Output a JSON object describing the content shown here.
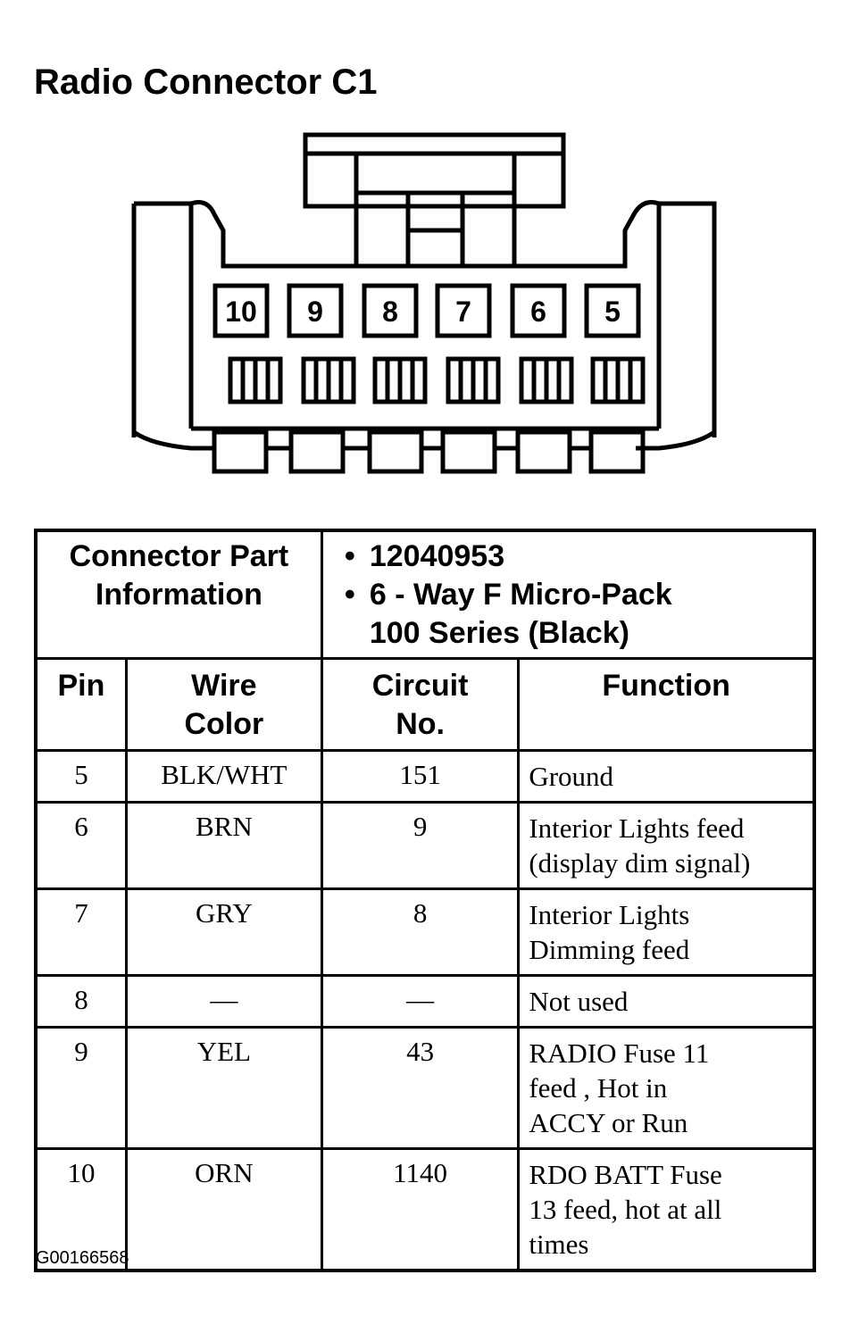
{
  "title": "Radio Connector C1",
  "connector": {
    "cavity_labels": [
      "10",
      "9",
      "8",
      "7",
      "6",
      "5"
    ]
  },
  "part_info": {
    "label_line1": "Connector Part",
    "label_line2": "Information",
    "values": [
      "12040953",
      "6 - Way F Micro-Pack",
      "100 Series (Black)"
    ],
    "bullet": "•"
  },
  "columns": {
    "pin": "Pin",
    "wire_color_1": "Wire",
    "wire_color_2": "Color",
    "circuit_1": "Circuit",
    "circuit_2": "No.",
    "function": "Function"
  },
  "rows": [
    {
      "pin": "5",
      "color": "BLK/WHT",
      "circuit": "151",
      "function": [
        "Ground"
      ]
    },
    {
      "pin": "6",
      "color": "BRN",
      "circuit": "9",
      "function": [
        "Interior Lights feed",
        "(display dim signal)"
      ]
    },
    {
      "pin": "7",
      "color": "GRY",
      "circuit": "8",
      "function": [
        "Interior Lights",
        "Dimming feed"
      ]
    },
    {
      "pin": "8",
      "color": "—",
      "circuit": "—",
      "function": [
        "Not used"
      ]
    },
    {
      "pin": "9",
      "color": "YEL",
      "circuit": "43",
      "function": [
        "RADIO Fuse 11",
        "feed , Hot in",
        "ACCY or Run"
      ]
    },
    {
      "pin": "10",
      "color": "ORN",
      "circuit": "1140",
      "function": [
        "RDO BATT Fuse",
        "13 feed, hot at all",
        "times"
      ]
    }
  ],
  "footer_id": "G00166568"
}
